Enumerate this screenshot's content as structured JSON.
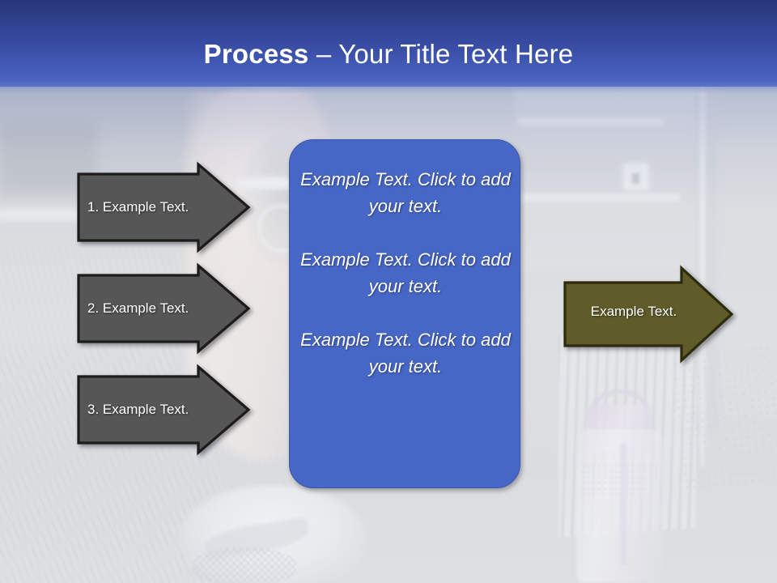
{
  "slide": {
    "title_bold": "Process",
    "title_rest": " – Your Title Text Here"
  },
  "steps": [
    {
      "label": "1. Example Text."
    },
    {
      "label": "2. Example Text."
    },
    {
      "label": "3. Example Text."
    }
  ],
  "center_panel": {
    "paragraphs": [
      "Example Text. Click  to add your text.",
      "Example Text. Click  to add your text.",
      "Example Text. Click  to add your text."
    ]
  },
  "result": {
    "label": "Example Text."
  },
  "colors": {
    "header_top": "#27377b",
    "header_bottom": "#4e68c0",
    "step_arrow_fill": "#575757",
    "step_arrow_stroke": "#1d1d1d",
    "panel_fill": "#4767c6",
    "panel_stroke": "#3a57ae",
    "result_arrow_fill": "#5f5c2a",
    "result_arrow_stroke": "#2e2c10",
    "text_light": "#ffffff"
  }
}
